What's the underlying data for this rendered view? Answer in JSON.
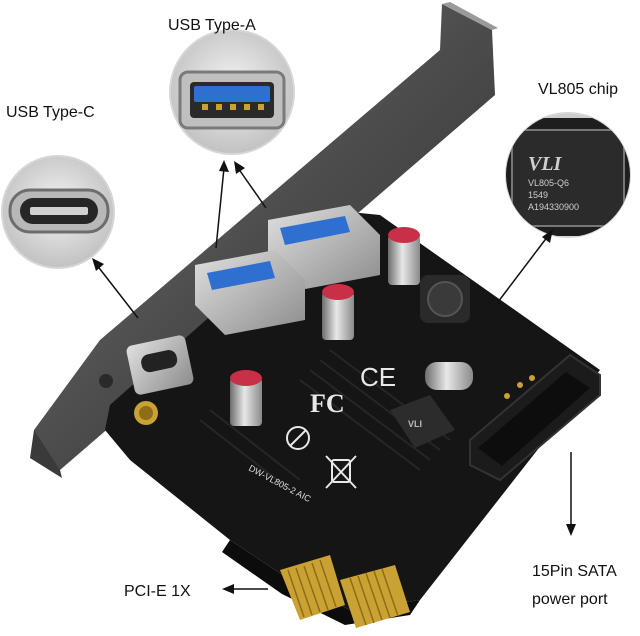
{
  "labels": {
    "usb_type_c": "USB Type-C",
    "usb_type_a": "USB Type-A",
    "vl805_chip": "VL805 chip",
    "pcie_1x": "PCI-E 1X",
    "sata_line1": "15Pin SATA",
    "sata_line2": "power port"
  },
  "board_markings": {
    "model": "DW-VL805-2 AIC",
    "chip_brand": "VLI",
    "chip_line1": "VL805-Q6",
    "chip_line2": "1549",
    "chip_line3": "A194330900",
    "ce_mark": "CE",
    "fc_mark": "FC"
  },
  "colors": {
    "pcb": "#151515",
    "bracket": "#5a5a5a",
    "gold_contacts": "#c9a233",
    "usb_blue": "#2f6fd0",
    "arrow": "#111111"
  }
}
